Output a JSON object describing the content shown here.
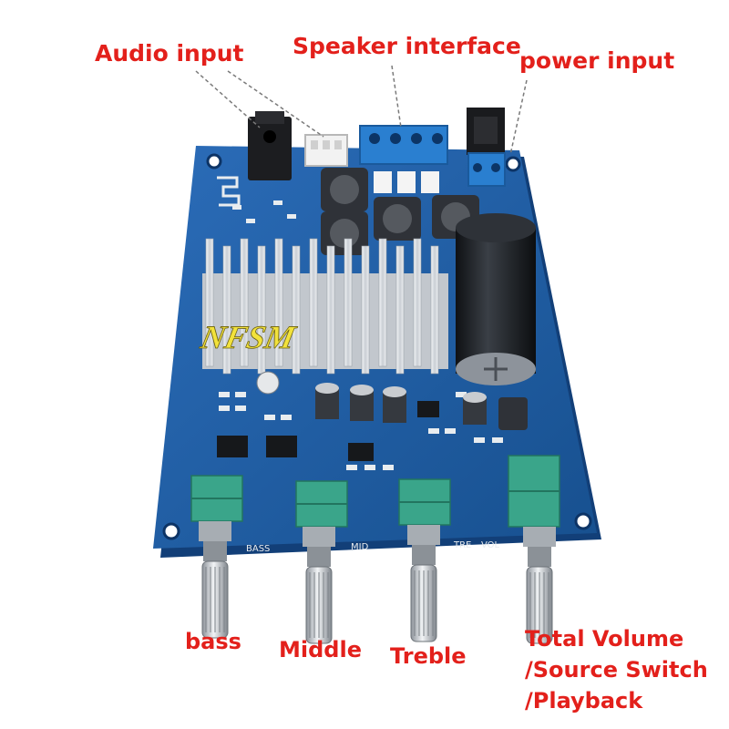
{
  "labels": {
    "audio_input": "Audio input",
    "speaker_interface": "Speaker interface",
    "power_input": "power input",
    "bass": "bass",
    "middle": "Middle",
    "treble": "Treble",
    "volume_lines": [
      "Total Volume",
      "/Source Switch",
      "/Playback"
    ]
  },
  "board": {
    "watermark": "NFSM",
    "silk_bass": "BASS",
    "silk_mid": "MID",
    "silk_treble": "TRE",
    "silk_vol": "VOL"
  },
  "colors": {
    "label": "#e3201b",
    "pcb": "#1f5ea8",
    "pcb_dark": "#123f78",
    "terminal": "#2a7fd0",
    "pot": "#3aa58a",
    "heatsink": "#d9dde2",
    "capacitor": "#1e2126",
    "watermark": "#f2e23c"
  }
}
